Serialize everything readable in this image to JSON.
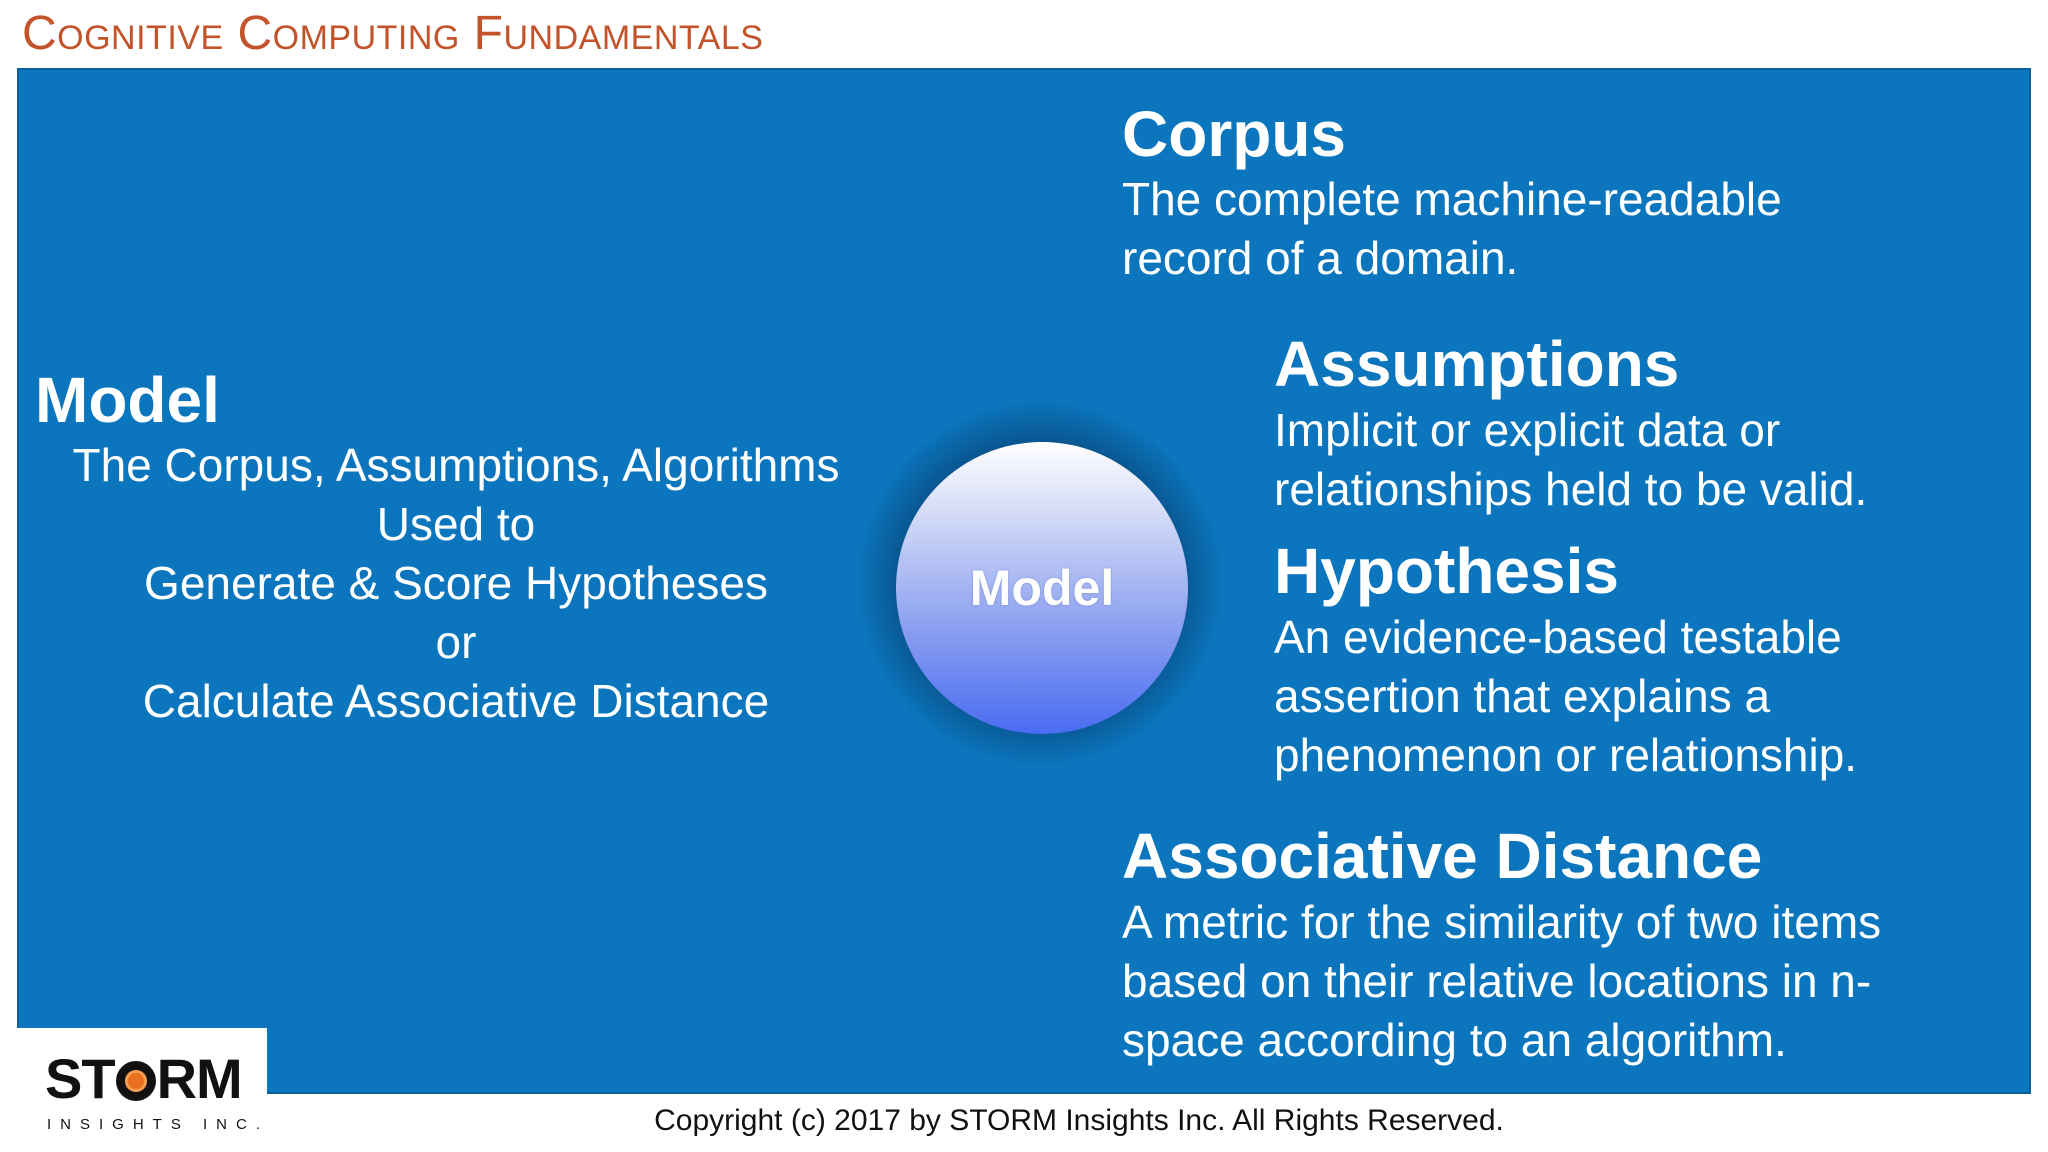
{
  "header": {
    "title": "Cognitive Computing Fundamentals"
  },
  "left": {
    "heading": "Model",
    "lines": [
      "The Corpus, Assumptions, Algorithms",
      "Used to",
      "Generate & Score Hypotheses",
      "or",
      "Calculate Associative Distance"
    ]
  },
  "center": {
    "sphere_label": "Model"
  },
  "terms": {
    "corpus": {
      "heading": "Corpus",
      "lines": [
        "The complete machine-readable",
        "record of a domain."
      ]
    },
    "assumptions": {
      "heading": "Assumptions",
      "lines": [
        "Implicit or explicit data or",
        "relationships held to be valid."
      ]
    },
    "hypothesis": {
      "heading": "Hypothesis",
      "lines": [
        "An evidence-based testable",
        "assertion that explains a",
        "phenomenon or relationship."
      ]
    },
    "associative_distance": {
      "heading": "Associative Distance",
      "lines": [
        "A metric for the similarity of two items",
        "based on their relative locations in n-",
        "space according to an algorithm."
      ]
    }
  },
  "logo": {
    "word_left": "ST",
    "word_right": "RM",
    "tagline": "INSIGHTS INC."
  },
  "footer": {
    "copyright": "Copyright (c) 2017 by STORM Insights Inc. All Rights Reserved."
  },
  "colors": {
    "title": "#c2532a",
    "panel": "#0b76bd",
    "logo_accent": "#e8701f"
  }
}
